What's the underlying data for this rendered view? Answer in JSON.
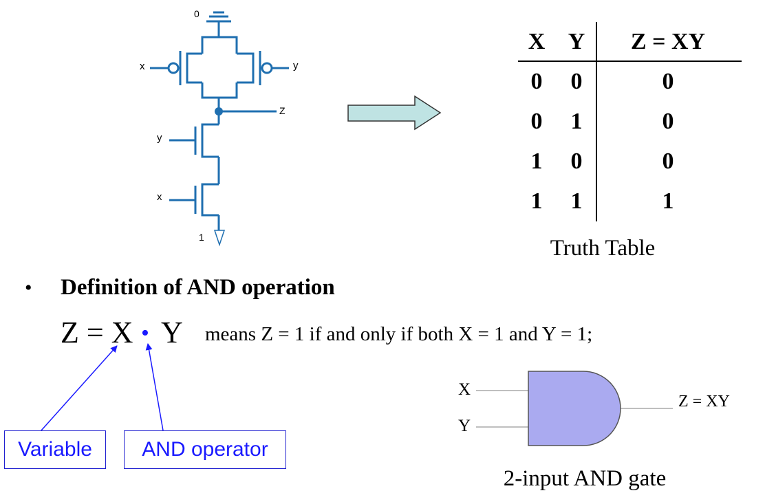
{
  "circuit": {
    "vdd_label": "0",
    "gnd_label": "1",
    "pmos_left_input": "x",
    "pmos_right_input": "y",
    "nmos_top_input": "y",
    "nmos_bottom_input": "x",
    "output_label": "Z"
  },
  "truth_table": {
    "headers": [
      "X",
      "Y",
      "Z = XY"
    ],
    "rows": [
      [
        "0",
        "0",
        "0"
      ],
      [
        "0",
        "1",
        "0"
      ],
      [
        "1",
        "0",
        "0"
      ],
      [
        "1",
        "1",
        "1"
      ]
    ],
    "caption": "Truth Table"
  },
  "definition": {
    "bullet": "•",
    "title": "Definition of AND operation",
    "equation_lhs": "Z = X",
    "equation_op": "•",
    "equation_rhs": "Y",
    "meaning": "means Z = 1 if and only if both X = 1 and Y = 1;"
  },
  "callouts": {
    "variable": "Variable",
    "and_operator": "AND operator"
  },
  "gate": {
    "input_a": "X",
    "input_b": "Y",
    "output": "Z = XY",
    "caption": "2-input AND gate",
    "fill_color": "#aaaaf0"
  },
  "colors": {
    "circuit": "#1f6fb0",
    "arrow_fill": "#bfe3e3",
    "callout": "#1a1aff"
  }
}
